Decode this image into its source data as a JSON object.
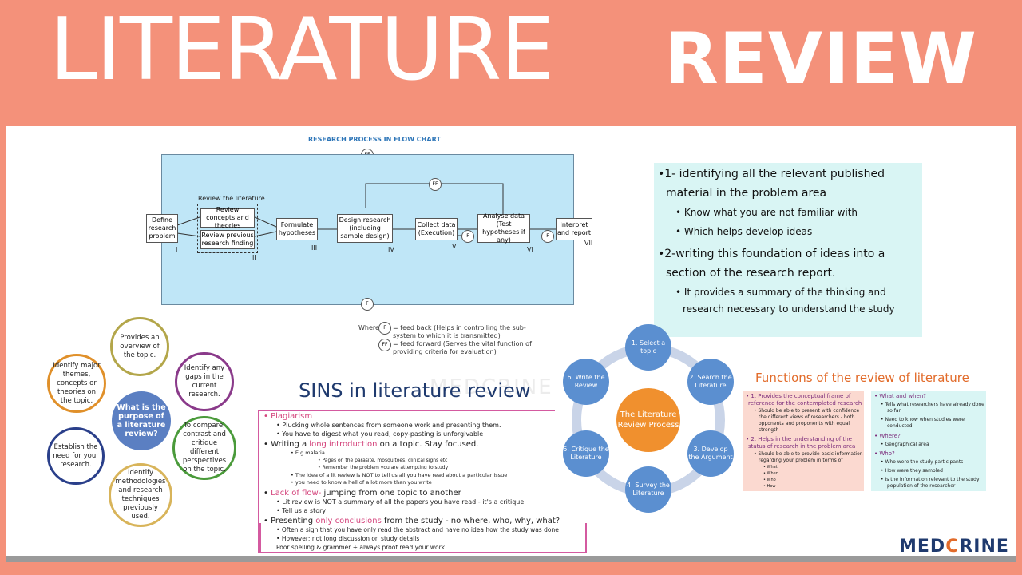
{
  "title": {
    "part1": "LITERATURE",
    "part2": "REVIEW"
  },
  "flowchart": {
    "title": "RESEARCH PROCESS IN FLOW CHART",
    "boxes": [
      "Define research problem",
      "Review concepts and theories",
      "Review previous research finding",
      "Formulate hypotheses",
      "Design research (including sample design)",
      "Collect data (Execution)",
      "Analyse data (Test hypotheses if any)",
      "Interpret and report"
    ],
    "review_label": "Review the literature",
    "roman": [
      "I",
      "II",
      "III",
      "IV",
      "V",
      "VI",
      "VII"
    ],
    "ff": "FF",
    "f": "F",
    "legend_where": "Where",
    "legend_f": "= feed back (Helps in controlling the sub-system to which it is transmitted)",
    "legend_ff": "= feed forward (Serves the vital function of providing criteria for evaluation)"
  },
  "purpose": {
    "center": "What is the purpose of a literature review?",
    "items": [
      "Provides an overview of the topic.",
      "Identify any gaps in the current research.",
      "To compare, contrast and critique different perspectives on the topic.",
      "Identify methodologies and research techniques previously used.",
      "Establish the need for your research.",
      "Identify major themes, concepts or theories on the topic."
    ]
  },
  "sins": {
    "title": "SINS in literature review",
    "watermark": "MEDCRINE",
    "lines": [
      "Plagiarism",
      "Plucking whole sentences from someone work and presenting them.",
      "You have to digest what you read, copy-pasting is unforgivable",
      "Writing a",
      "long introduction",
      "on a topic. Stay focused.",
      "E.g malaria",
      "Pages on the parasite, mosquitoes, clinical signs etc",
      "Remember the problem you are attempting to study",
      "The idea of a lit review is NOT to tell us all you have read about a particular issue",
      "you need to know a hell of a lot more than you write",
      "Lack of flow-",
      "jumping from one topic to another",
      "Lit review is NOT a summary of all the papers you have read - it's a critique",
      "Tell us a story",
      "Presenting",
      "only conclusions",
      "from the study - no where, who, why, what?",
      "Often a sign that you have only read the abstract and have no idea how the study was done",
      "However; not long discussion on study details",
      "Poor spelling & grammer + always proof read your work"
    ]
  },
  "right_box": {
    "lines": [
      "1- identifying all the relevant published",
      "material in the problem area",
      "Know what you are not familiar with",
      "Which helps develop ideas",
      "2-writing this foundation of ideas into a",
      "section of the research report.",
      "It provides a summary of the thinking and",
      "research necessary to understand the study"
    ]
  },
  "cycle": {
    "center": "The Literature Review Process",
    "nodes": [
      "1. Select a topic",
      "2. Search the Literature",
      "3. Develop the Argument",
      "4. Survey the Literature",
      "5. Critique the Literature",
      "6. Write the Review"
    ]
  },
  "functions": {
    "title": "Functions of the review of literature",
    "left": [
      "1. Provides the conceptual frame of",
      "reference for the contemplated research",
      "Should be able to present with confidence",
      "the different views of researchers - both",
      "opponents and proponents with equal",
      "strength",
      "2. Helps in the understanding of the",
      "status of research in the problem area",
      "Should be able to provide basic information",
      "regarding your problem in terms of",
      "What",
      "When",
      "Who",
      "How"
    ],
    "right": [
      "What and when?",
      "Tells what researchers have already done",
      "so far",
      "Need to know when studies were",
      "conducted",
      "Where?",
      "Geographical area",
      "Who?",
      "Who were the study participants",
      "How were they sampled",
      "Is the information relevant to the study",
      "population of the researcher"
    ]
  },
  "logo": {
    "part1": "MED",
    "part2": "C",
    "part3": "RINE"
  }
}
